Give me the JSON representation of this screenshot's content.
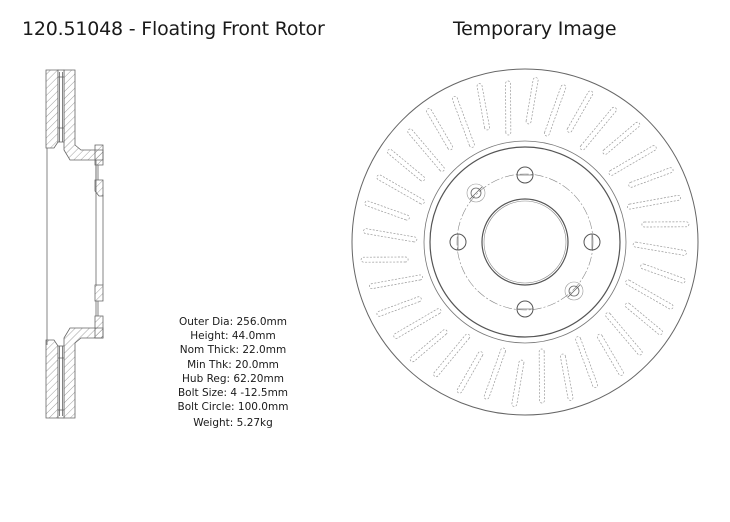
{
  "header": {
    "part_title": "120.51048 - Floating Front Rotor",
    "image_note": "Temporary Image"
  },
  "specs": [
    {
      "label": "Outer Dia:",
      "value": "256.0mm"
    },
    {
      "label": "Height:",
      "value": "44.0mm"
    },
    {
      "label": "Nom Thick:",
      "value": "22.0mm"
    },
    {
      "label": "Min Thk:",
      "value": "20.0mm"
    },
    {
      "label": "Hub Reg:",
      "value": "62.20mm"
    },
    {
      "label": "Bolt Size:",
      "value": "4 -12.5mm"
    },
    {
      "label": "Bolt Circle:",
      "value": "100.0mm"
    },
    {
      "label": "Weight:",
      "value": "5.27kg"
    }
  ],
  "drawings": {
    "cross_section": "rotor-cross-section-diagram",
    "front_view": "rotor-front-view-diagram",
    "bolt_hole_count": 4,
    "locating_hole_count": 2,
    "vane_count": 36
  },
  "colors": {
    "line": "#555555",
    "dashed_line": "#8a8a8a",
    "hatch": "#777777",
    "text": "#1a1a1a",
    "background": "#ffffff"
  }
}
